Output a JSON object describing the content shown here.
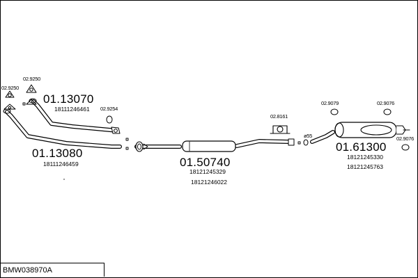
{
  "diagram": {
    "code": "BMW038970A",
    "parts": {
      "p1": {
        "number": "01.13070",
        "refs": [
          "18111246461"
        ]
      },
      "p2": {
        "number": "01.13080",
        "refs": [
          "18111246459"
        ]
      },
      "p3": {
        "number": "01.50740",
        "refs": [
          "18121245329",
          "18121246022"
        ]
      },
      "p4": {
        "number": "01.61300",
        "refs": [
          "18121245330",
          "18121245763"
        ]
      }
    },
    "small_parts": {
      "gasket_left": "02.9250",
      "gasket_upper": "02.9250",
      "ring_right": "02.9254",
      "hanger_mid": "02.8161",
      "ring_muffler": "02.9079",
      "ring_muffler_2": "02.9076",
      "ring_tail": "02.9076",
      "clamp_size": "ø55"
    }
  }
}
